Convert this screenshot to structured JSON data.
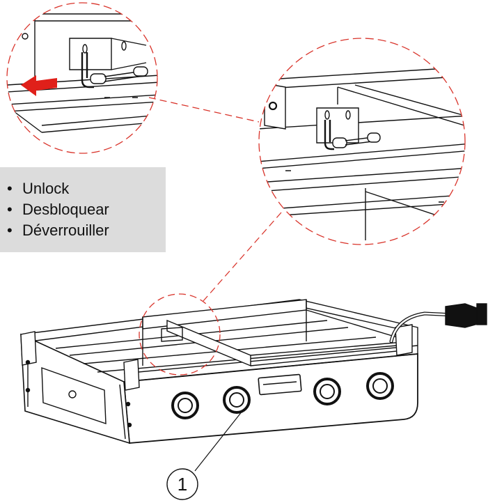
{
  "instructions": [
    {
      "bullet": "•",
      "text": "Unlock"
    },
    {
      "bullet": "•",
      "text": "Desbloquear"
    },
    {
      "bullet": "•",
      "text": "Déverrouiller"
    }
  ],
  "part_label": "1",
  "colors": {
    "line": "#111111",
    "callout_dash": "#d9342b",
    "arrow": "#e0201a",
    "box": "#dcdcdc"
  },
  "icons": [
    "left-arrow-icon",
    "grill-knob-icon"
  ]
}
